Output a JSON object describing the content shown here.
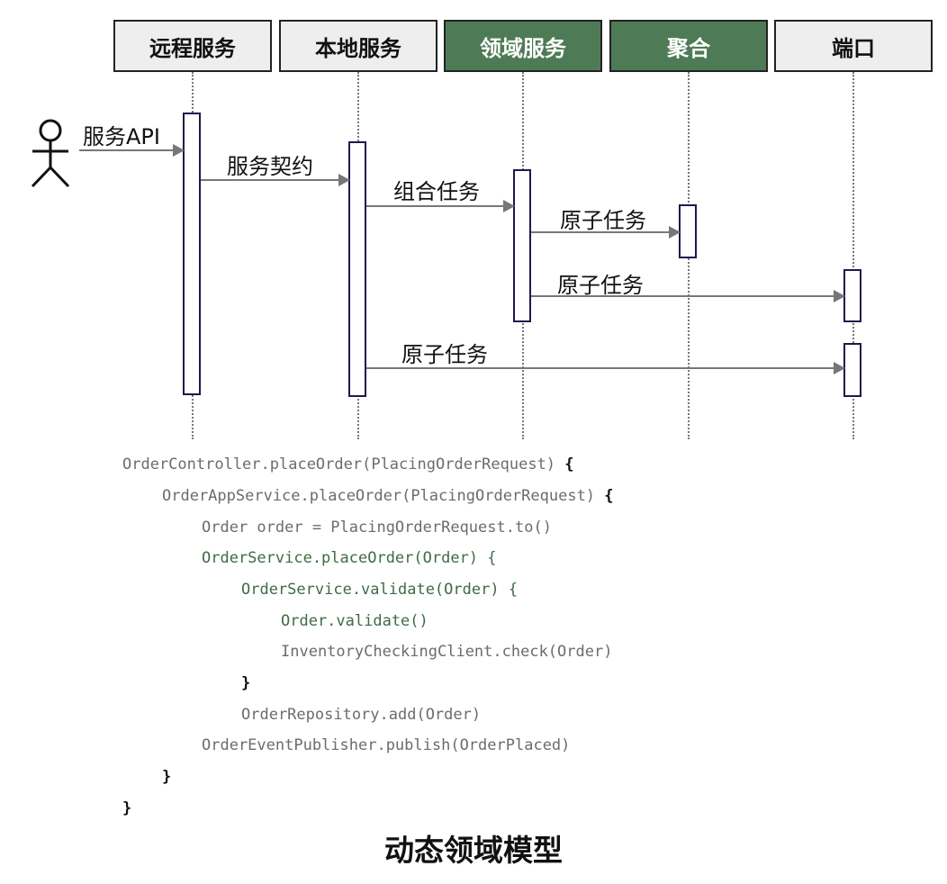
{
  "lanes": [
    "远程服务",
    "本地服务",
    "领域服务",
    "聚合",
    "端口"
  ],
  "messages": {
    "api": "服务API",
    "contract": "服务契约",
    "compose": "组合任务",
    "atomic_1": "原子任务",
    "atomic_2": "原子任务",
    "atomic_3": "原子任务"
  },
  "code": {
    "l1": "OrderController.placeOrder(PlacingOrderRequest)",
    "l2": "OrderAppService.placeOrder(PlacingOrderRequest)",
    "l3": "Order order = PlacingOrderRequest.to()",
    "l4": "OrderService.placeOrder(Order)",
    "l5": "OrderService.validate(Order)",
    "l6": "Order.validate()",
    "l7": "InventoryCheckingClient.check(Order)",
    "l9": "OrderRepository.add(Order)",
    "l10": "OrderEventPublisher.publish(OrderPlaced)",
    "open_brace": "{",
    "close_brace": "}"
  },
  "title": "动态领域模型",
  "colors": {
    "domain_green": "#4e7b55",
    "code_green": "#3e6b44",
    "code_grey": "#6c6c6c"
  }
}
